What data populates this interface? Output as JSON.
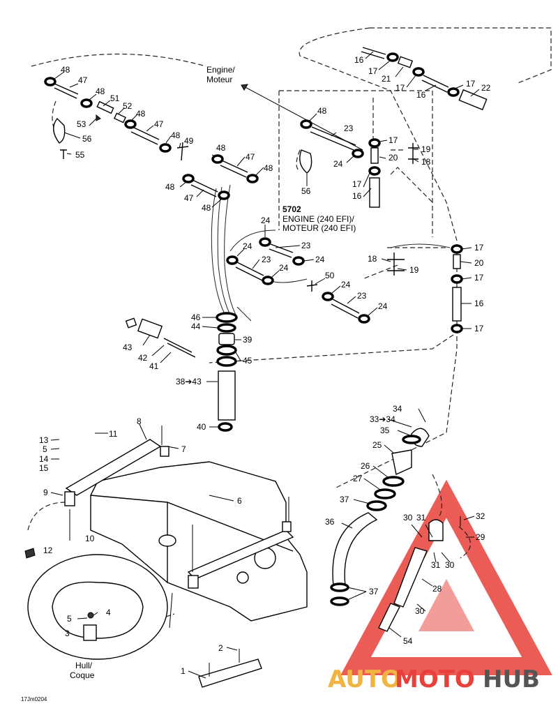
{
  "callouts": {
    "n1": "1",
    "n2": "2",
    "n3": "3",
    "n4": "4",
    "n5a": "5",
    "n5b": "5",
    "n6": "6",
    "n7": "7",
    "n8": "8",
    "n9": "9",
    "n10": "10",
    "n11": "11",
    "n12": "12",
    "n13": "13",
    "n14": "14",
    "n15": "15",
    "n16a": "16",
    "n16b": "16",
    "n16c": "16",
    "n16d": "16",
    "n17a": "17",
    "n17b": "17",
    "n17c": "17",
    "n17d": "17",
    "n17e": "17",
    "n17f": "17",
    "n17g": "17",
    "n18a": "18",
    "n18b": "18",
    "n19a": "19",
    "n19b": "19",
    "n20a": "20",
    "n20b": "20",
    "n21": "21",
    "n22": "22",
    "n23a": "23",
    "n23b": "23",
    "n23c": "23",
    "n23d": "23",
    "n24a": "24",
    "n24b": "24",
    "n24c": "24",
    "n24d": "24",
    "n24e": "24",
    "n24f": "24",
    "n24g": "24",
    "n25": "25",
    "n26": "26",
    "n27": "27",
    "n28": "28",
    "n29": "29",
    "n30a": "30",
    "n30b": "30",
    "n30c": "30",
    "n31a": "31",
    "n31b": "31",
    "n32": "32",
    "n33_34": "33➔34",
    "n34": "34",
    "n35": "35",
    "n36": "36",
    "n37a": "37",
    "n37b": "37",
    "n38_43": "38➔43",
    "n39": "39",
    "n40": "40",
    "n41": "41",
    "n42": "42",
    "n43": "43",
    "n44": "44",
    "n45": "45",
    "n46": "46",
    "n47a": "47",
    "n47b": "47",
    "n47c": "47",
    "n47d": "47",
    "n48a": "48",
    "n48b": "48",
    "n48c": "48",
    "n48d": "48",
    "n48e": "48",
    "n48f": "48",
    "n48g": "48",
    "n48h": "48",
    "n48i": "48",
    "n49": "49",
    "n50": "50",
    "n51": "51",
    "n52": "52",
    "n53": "53",
    "n54": "54",
    "n55": "55",
    "n56a": "56",
    "n56b": "56"
  },
  "labels": {
    "engine_line1": "Engine/",
    "engine_line2": "Moteur",
    "variant_code": "5702",
    "variant_line1": "ENGINE (240 EFI)/",
    "variant_line2": "MOTEUR (240 EFI)",
    "hull_line1": "Hull/",
    "hull_line2": "Coque",
    "drawing_ref": "17Jm0204"
  },
  "watermark": {
    "part1": "AUTO",
    "part2": "MOTO",
    "part3": "HUB",
    "color_primary": "#e8403a",
    "color_secondary": "#f2b441",
    "color_dark": "#555555"
  }
}
